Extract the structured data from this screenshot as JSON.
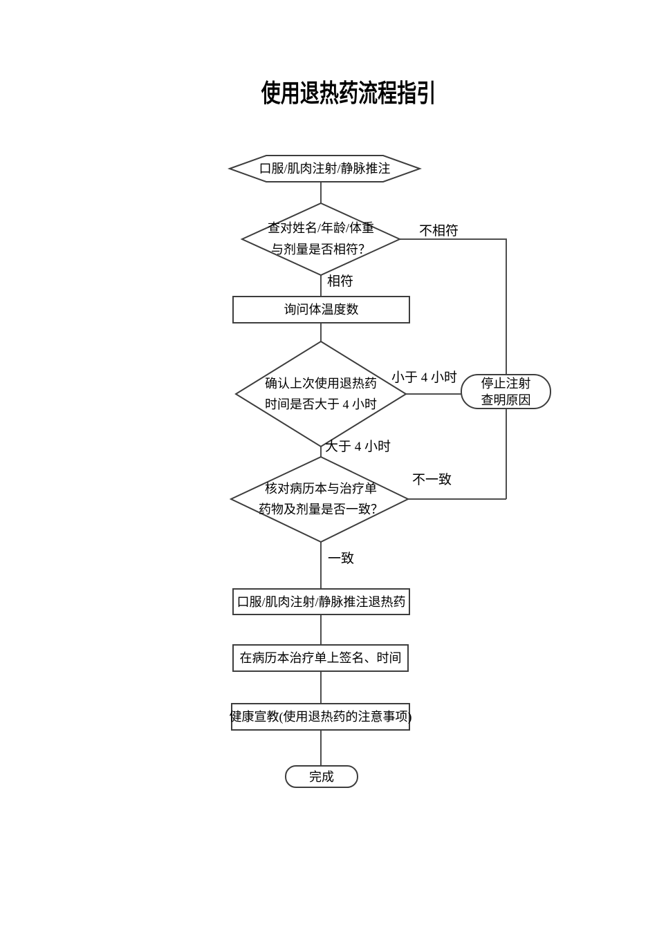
{
  "page": {
    "title": "使用退热药流程指引"
  },
  "flowchart": {
    "nodes": {
      "start": "口服/肌肉注射/静脉推注",
      "check_identity_line1": "查对姓名/年龄/体重",
      "check_identity_line2": "与剂量是否相符？",
      "ask_temperature": "询问体温度数",
      "confirm_interval_line1": "确认上次使用退热药",
      "confirm_interval_line2": "时间是否大于 4 小时",
      "stop_injection_line1": "停止注射",
      "stop_injection_line2": "查明原因",
      "verify_record_line1": "核对病历本与治疗单",
      "verify_record_line2": "药物及剂量是否一致？",
      "administer": "口服/肌肉注射/静脉推注退热药",
      "sign_record": "在病历本治疗单上签名、时间",
      "health_education": "健康宣教(使用退热药的注意事项)",
      "end": "完成"
    },
    "edge_labels": {
      "mismatch": "不相符",
      "match": "相符",
      "less_than_4h": "小于 4 小时",
      "greater_than_4h": "大于 4 小时",
      "inconsistent": "不一致",
      "consistent": "一致"
    },
    "colors": {
      "line_stroke": "#4d4d4d",
      "shape_stroke": "#3d3d3d",
      "shape_fill": "#ffffff",
      "text": "#000000",
      "background": "#ffffff"
    }
  }
}
